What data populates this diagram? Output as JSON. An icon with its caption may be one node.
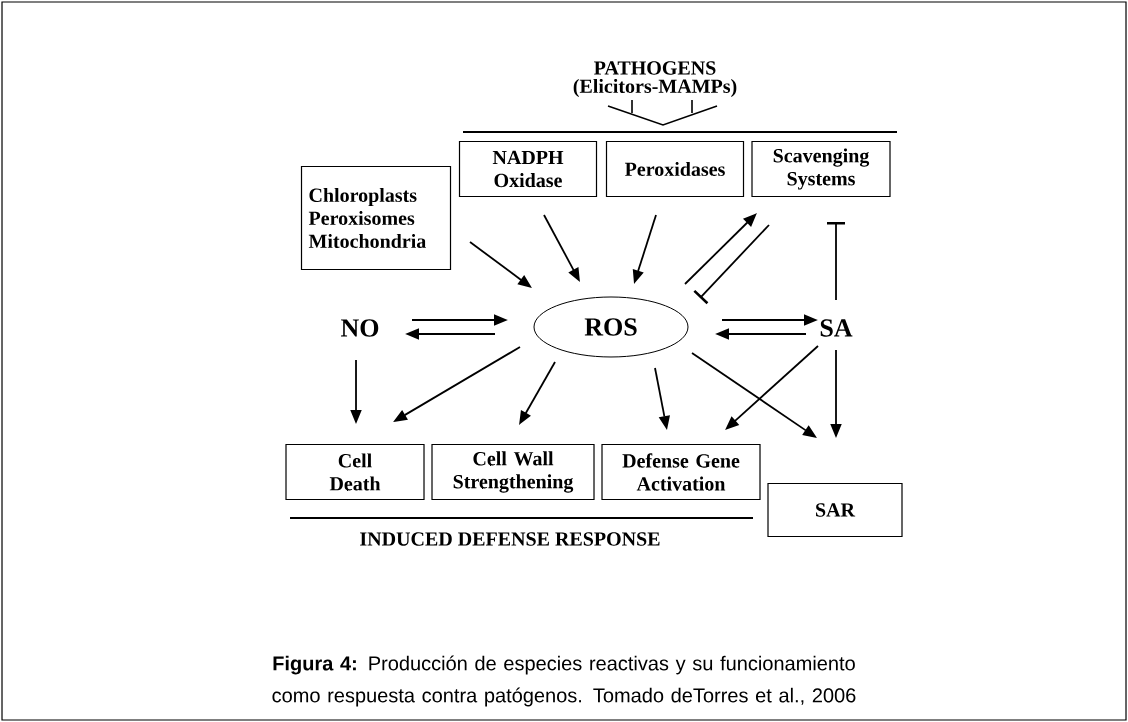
{
  "diagram": {
    "caption": "**Figura 4:** Producción de especies reactivas y su funcionamiento como respuesta contra patógenos. Tomado deTorres et al., 2006",
    "nodes": [
      {
        "text": [
          "Chloroplasts Peroxisomes Mitochondria"
        ]
      },
      {
        "text": [
          "NADPH Oxidase"
        ]
      },
      {
        "text": [
          "Peroxidases"
        ]
      },
      {
        "text": [
          "Scavenging Systems"
        ]
      },
      {
        "text": [
          "NO"
        ]
      },
      {
        "text": [
          "ROS"
        ]
      },
      {
        "text": [
          "SA"
        ]
      },
      {
        "text": [
          "Cell Death"
        ]
      },
      {
        "text": [
          "Cell Wall Strengthening"
        ]
      },
      {
        "text": [
          "Defense Gene Activation"
        ]
      },
      {
        "text": [
          "SAR"
        ]
      }
    ],
    "edges": [
      {
        "from": 0,
        "to": 5,
        "arrow": "to"
      },
      {
        "from": 1,
        "to": 5,
        "arrow": "to"
      },
      {
        "from": 2,
        "to": 5,
        "arrow": "to"
      },
      {
        "from": 5,
        "to": 3,
        "arrow": "to"
      },
      {
        "from": 3,
        "to": 5,
        "arrow": "other"
      },
      {
        "from": 6,
        "to": 3,
        "arrow": "other"
      },
      {
        "from": 4,
        "to": 5,
        "arrow": "to"
      },
      {
        "from": 5,
        "to": 4,
        "arrow": "to"
      },
      {
        "from": 5,
        "to": 6,
        "arrow": "to"
      },
      {
        "from": 6,
        "to": 5,
        "arrow": "to"
      },
      {
        "from": 4,
        "to": 7,
        "arrow": "to"
      },
      {
        "from": 5,
        "to": 7,
        "arrow": "to"
      },
      {
        "from": 5,
        "to": 8,
        "arrow": "to"
      },
      {
        "from": 5,
        "to": 9,
        "arrow": "to"
      },
      {
        "from": 5,
        "to": 10,
        "arrow": "to"
      },
      {
        "from": 6,
        "to": 9,
        "arrow": "to"
      },
      {
        "from": 6,
        "to": 10,
        "arrow": "to"
      }
    ],
    "labels": [
      "PATHOGENS",
      "(Elicitors-MAMPs)",
      "INDUCED DEFENSE RESPONSE"
    ]
  }
}
